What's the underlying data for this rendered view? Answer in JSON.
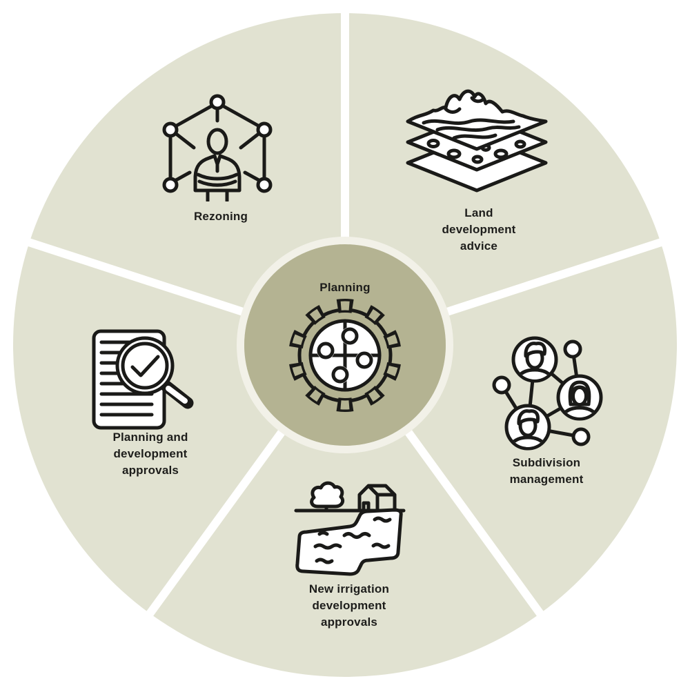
{
  "diagram": {
    "type": "segmented-wheel",
    "center": {
      "label": "Planning",
      "icon": "gear-puzzle-icon"
    },
    "colors": {
      "segment_fill": "#e1e2d1",
      "divider": "#ffffff",
      "hub_fill": "#b4b392",
      "hub_ring": "#f2f1e8",
      "icon_stroke": "#1a1a18",
      "text": "#1d1d1b",
      "background": "#ffffff"
    },
    "segments": [
      {
        "id": "rezoning",
        "position": "top-left",
        "label": "Rezoning",
        "icon": "network-person-icon"
      },
      {
        "id": "land-development-advice",
        "position": "top-right",
        "label": "Land\ndevelopment\nadvice",
        "icon": "terrain-layers-icon"
      },
      {
        "id": "subdivision-management",
        "position": "right",
        "label": "Subdivision\nmanagement",
        "icon": "people-network-icon"
      },
      {
        "id": "new-irrigation-development-approvals",
        "position": "bottom",
        "label": "New irrigation\ndevelopment\napprovals",
        "icon": "irrigation-field-icon"
      },
      {
        "id": "planning-development-approvals",
        "position": "left",
        "label": "Planning and\ndevelopment\napprovals",
        "icon": "document-check-magnifier-icon"
      }
    ]
  }
}
